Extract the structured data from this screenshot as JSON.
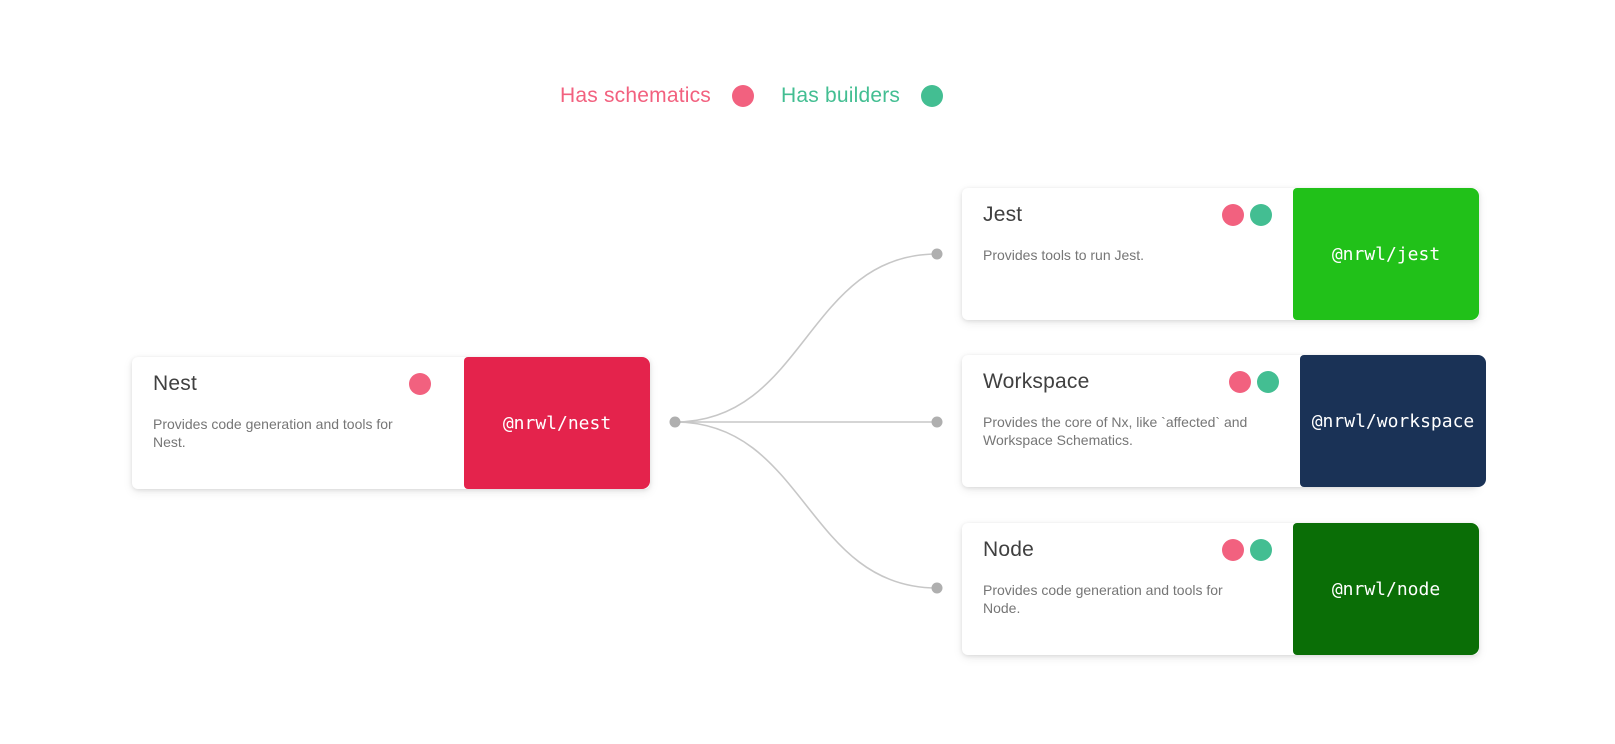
{
  "legend": {
    "items": [
      {
        "id": "schematics",
        "label": "Has schematics",
        "color": "#F2617F"
      },
      {
        "id": "builders",
        "label": "Has builders",
        "color": "#43BE92"
      }
    ]
  },
  "cards": {
    "nest": {
      "title": "Nest",
      "description": "Provides code generation and tools for Nest.",
      "package": "@nrwl/nest",
      "block_color": "#E4234C",
      "text_color": "#FFFFFF",
      "indicators": [
        "schematics"
      ]
    },
    "targets": [
      {
        "id": "jest",
        "title": "Jest",
        "description": "Provides tools to run Jest.",
        "package": "@nrwl/jest",
        "block_color": "#21C119",
        "text_color": "#FFFFFF",
        "indicators": [
          "schematics",
          "builders"
        ]
      },
      {
        "id": "workspace",
        "title": "Workspace",
        "description": "Provides the core of Nx, like `affected` and Workspace Schematics.",
        "package": "@nrwl/workspace",
        "block_color": "#1A3256",
        "text_color": "#FFFFFF",
        "indicators": [
          "schematics",
          "builders"
        ]
      },
      {
        "id": "node",
        "title": "Node",
        "description": "Provides code generation and tools for Node.",
        "package": "@nrwl/node",
        "block_color": "#0A6E06",
        "text_color": "#FFFFFF",
        "indicators": [
          "schematics",
          "builders"
        ]
      }
    ]
  },
  "graph": {
    "edge_color": "#C7C7C7",
    "endpoint_dot_color": "#AFAFAF",
    "edges": [
      {
        "from": "@nrwl/nest",
        "to": "@nrwl/jest"
      },
      {
        "from": "@nrwl/nest",
        "to": "@nrwl/workspace"
      },
      {
        "from": "@nrwl/nest",
        "to": "@nrwl/node"
      }
    ]
  }
}
